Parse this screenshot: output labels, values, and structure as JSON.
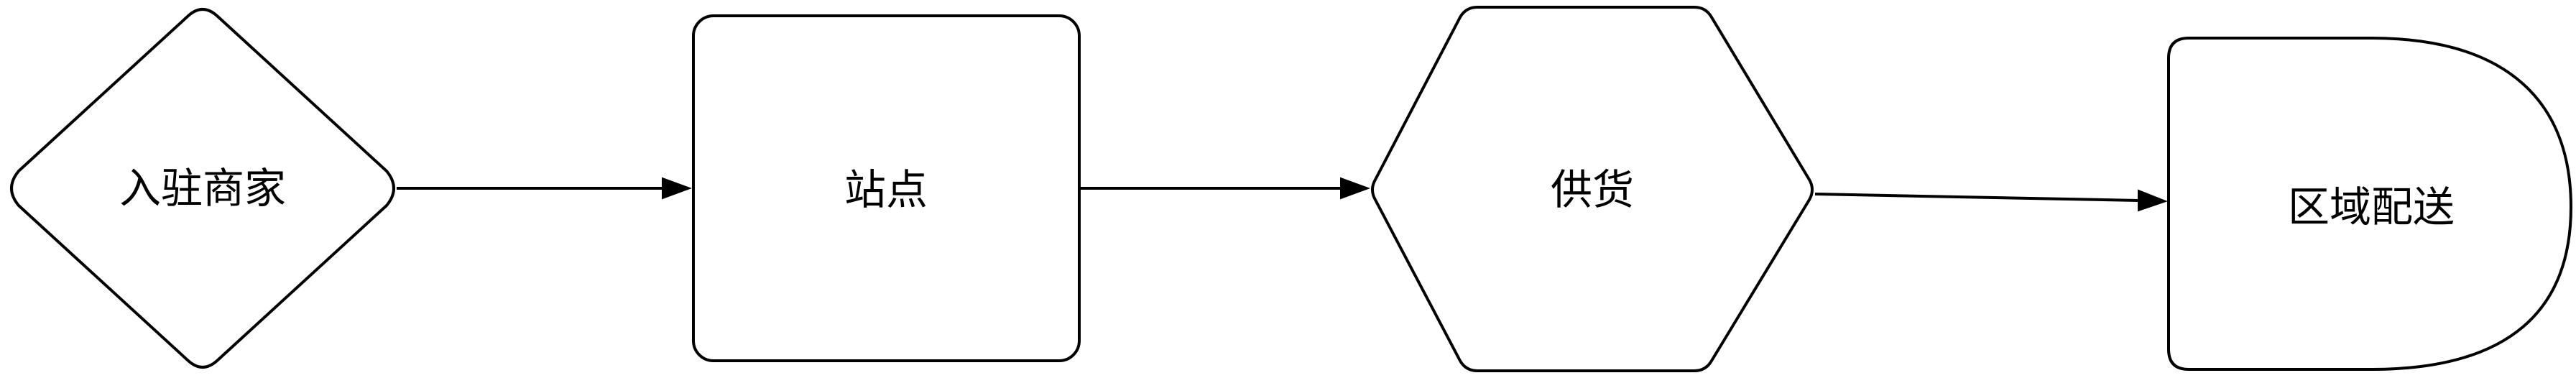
{
  "diagram": {
    "nodes": [
      {
        "id": "merchant",
        "shape": "diamond",
        "label": "入驻商家"
      },
      {
        "id": "station",
        "shape": "rounded-rectangle",
        "label": "站点"
      },
      {
        "id": "supply",
        "shape": "hexagon",
        "label": "供货"
      },
      {
        "id": "delivery",
        "shape": "delay",
        "label": "区域配送"
      }
    ],
    "edges": [
      {
        "from": "merchant",
        "to": "station"
      },
      {
        "from": "station",
        "to": "supply"
      },
      {
        "from": "supply",
        "to": "delivery"
      }
    ],
    "colors": {
      "background": "#ffffff",
      "stroke": "#000000",
      "fill": "#ffffff",
      "text": "#000000"
    }
  }
}
